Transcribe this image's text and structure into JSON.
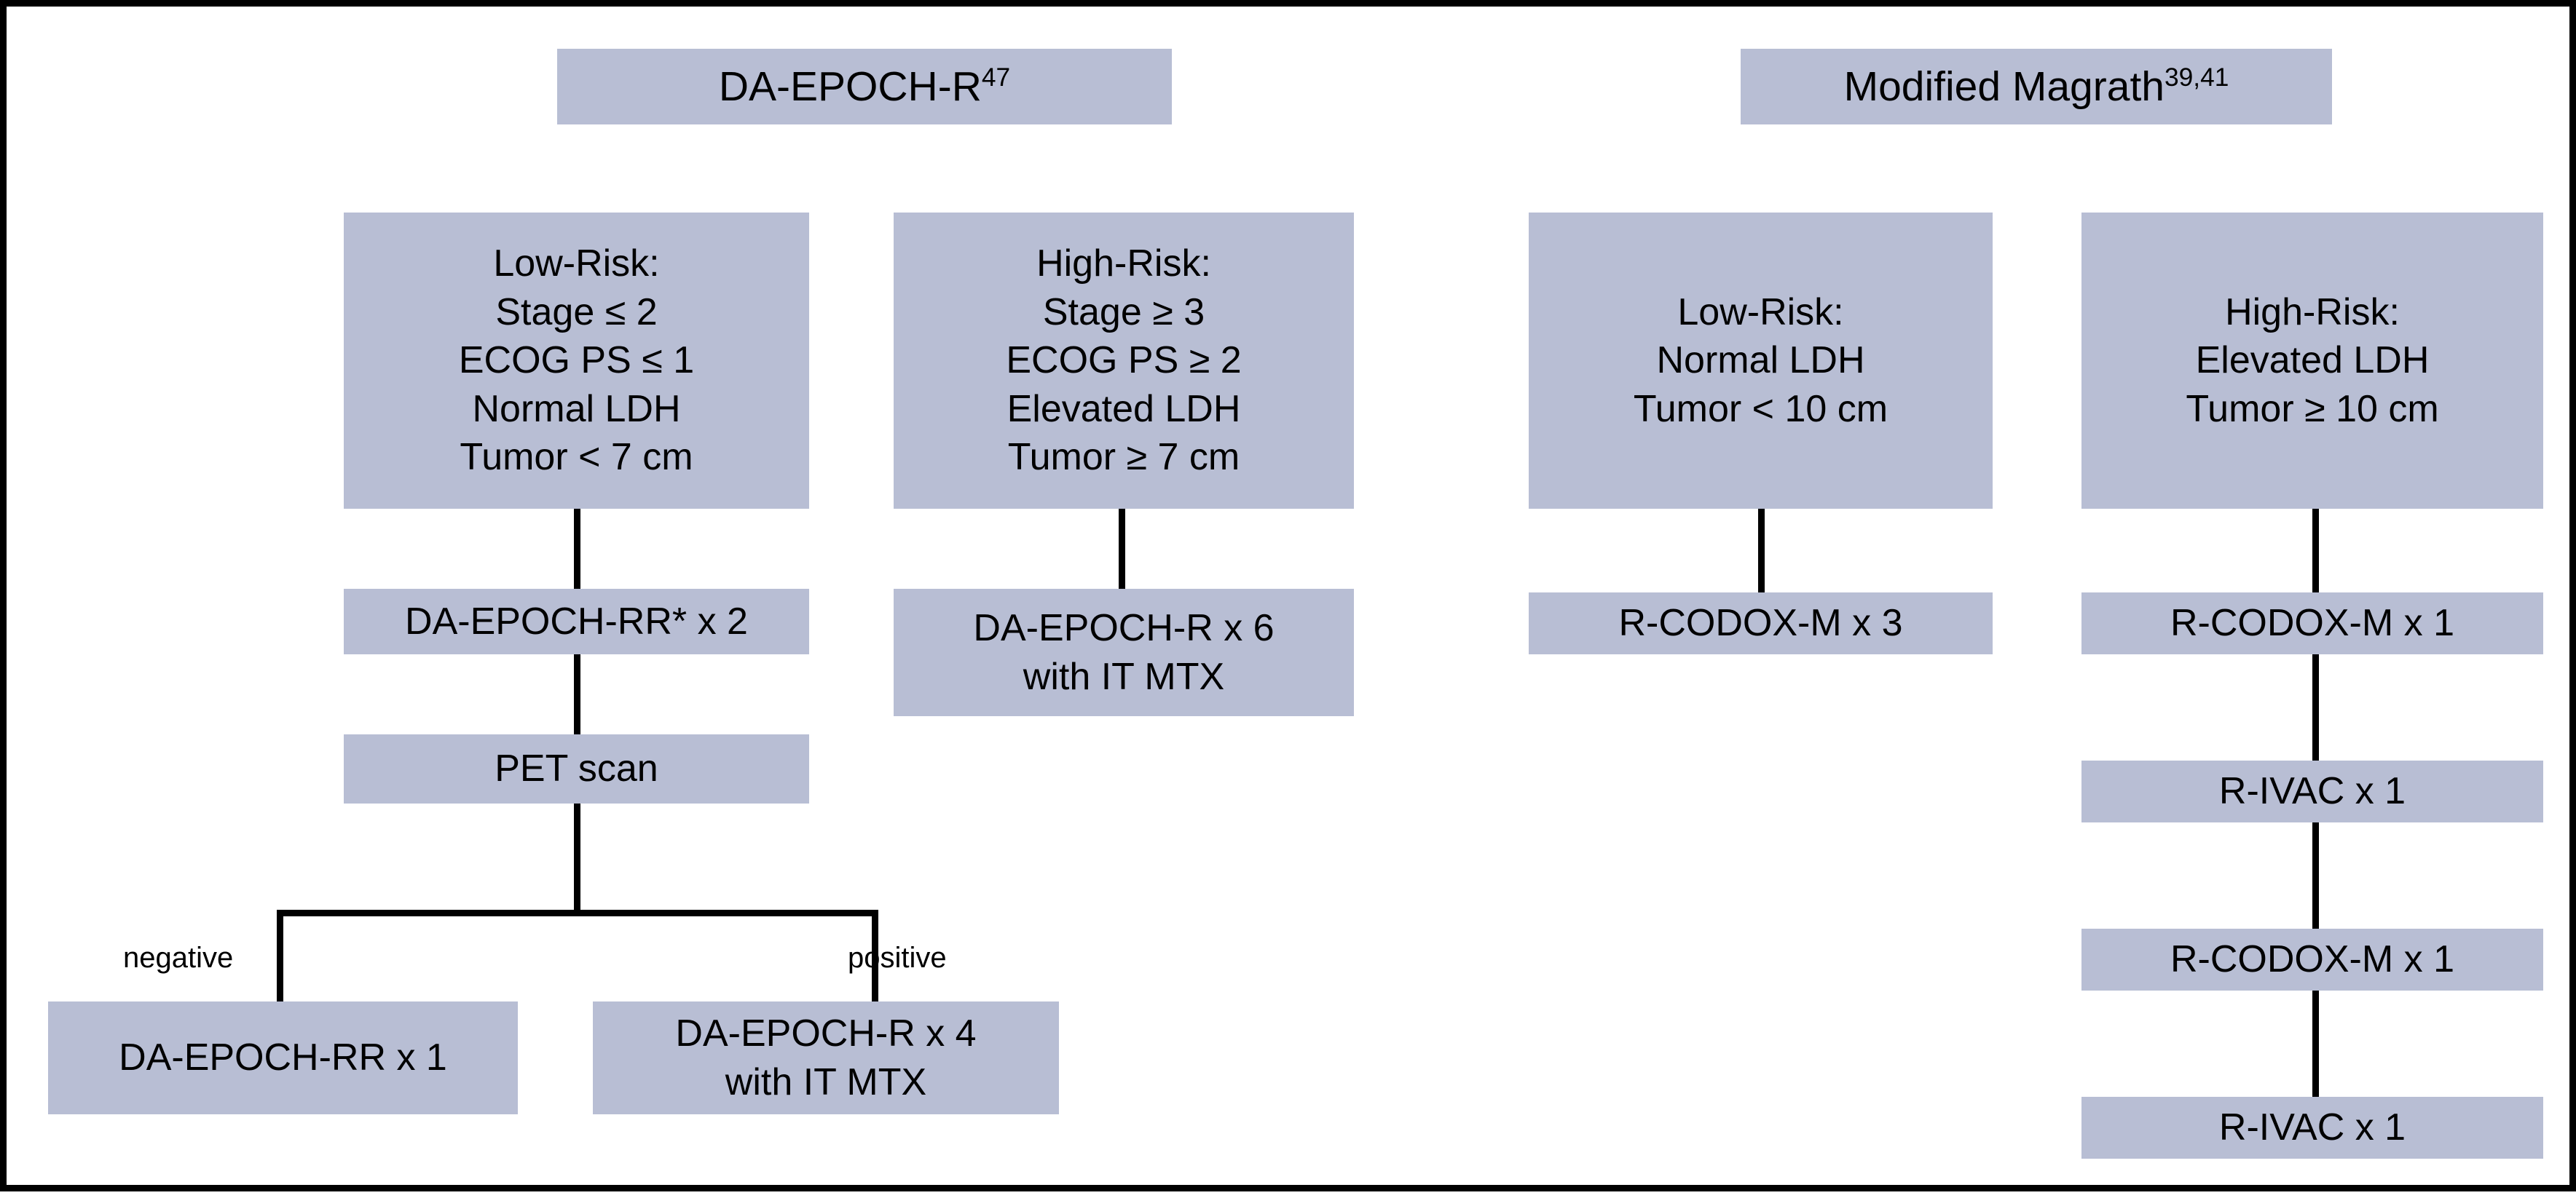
{
  "figure": {
    "type": "flowchart",
    "border_color": "#000000",
    "node_fill": "#b8bed4",
    "edge_color": "#000000",
    "background": "#ffffff"
  },
  "columns": [
    {
      "id": "da-epoch-r",
      "title": "DA-EPOCH-R",
      "title_superscript": "47"
    },
    {
      "id": "modified-magrath",
      "title": "Modified Magrath",
      "title_superscript": "39,41"
    }
  ],
  "nodes": {
    "epoch_low_risk": "Low-Risk:\nStage ≤ 2\nECOG PS ≤ 1\nNormal LDH\nTumor < 7 cm",
    "epoch_high_risk": "High-Risk:\nStage ≥ 3\nECOG PS ≥ 2\nElevated LDH\nTumor ≥ 7 cm",
    "epoch_low_tx": "DA-EPOCH-RR* x 2",
    "epoch_high_tx": "DA-EPOCH-R x 6\nwith IT MTX",
    "pet_scan": "PET scan",
    "pet_negative_tx": "DA-EPOCH-RR x 1",
    "pet_positive_tx": "DA-EPOCH-R x 4\nwith IT MTX",
    "magrath_low_risk": "Low-Risk:\nNormal LDH\nTumor < 10 cm",
    "magrath_high_risk": "High-Risk:\nElevated LDH\nTumor ≥ 10 cm",
    "magrath_low_tx": "R-CODOX-M x 3",
    "magrath_high_tx_1": "R-CODOX-M x 1",
    "magrath_high_tx_2": "R-IVAC x 1",
    "magrath_high_tx_3": "R-CODOX-M x 1",
    "magrath_high_tx_4": "R-IVAC x 1"
  },
  "branch_labels": {
    "negative": "negative",
    "positive": "positive"
  }
}
